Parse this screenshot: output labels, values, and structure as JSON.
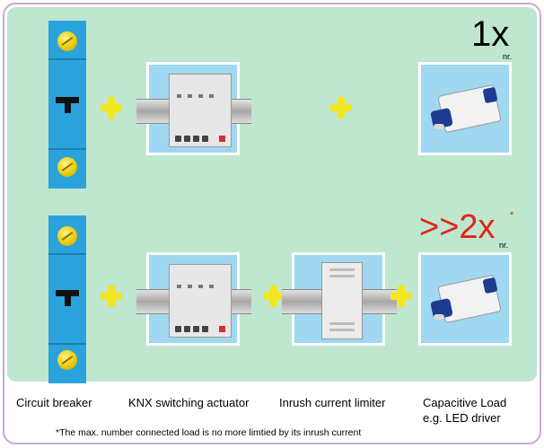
{
  "top_row": {
    "count": "1x",
    "unit": "nr."
  },
  "bottom_row": {
    "count": ">>2x",
    "asterisk": "*",
    "unit": "nr."
  },
  "labels": {
    "breaker": "Circuit breaker",
    "actuator": "KNX switching actuator",
    "limiter": "Inrush current limiter",
    "load_line1": "Capacitive Load",
    "load_line2": "e.g. LED driver"
  },
  "footnote": "*The max. number connected load is no more limtied by its inrush current",
  "colors": {
    "panel": "#bfe6cf",
    "frame": "#c7a9d3",
    "breaker": "#2aa3dd",
    "tile": "#9fd8f0",
    "plus": "#f2e61d",
    "emphasis": "#e2231a"
  }
}
